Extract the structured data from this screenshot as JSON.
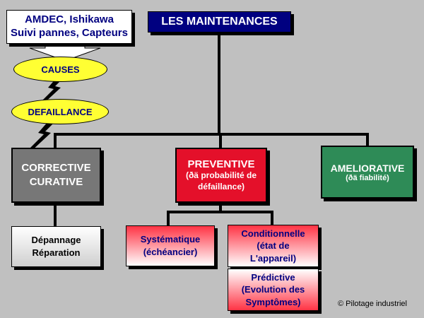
{
  "title": "LES MAINTENANCES",
  "causes_box": {
    "line1": "AMDEC, Ishikawa",
    "line2": "Suivi pannes, Capteurs"
  },
  "causes": "CAUSES",
  "defaillance": "DEFAILLANCE",
  "corrective": {
    "line1": "CORRECTIVE",
    "line2": "CURATIVE"
  },
  "preventive": {
    "title": "PREVENTIVE",
    "line1": "(ðä probabilité de",
    "line2": "défaillance)"
  },
  "ameliorative": {
    "title": "AMELIORATIVE",
    "line1": "(ðä fiabilité)"
  },
  "depannage": {
    "line1": "Dépannage",
    "line2": "Réparation"
  },
  "systematique": {
    "line1": "Systématique",
    "line2": "(échéancier)"
  },
  "conditionnelle": {
    "line1": "Conditionnelle",
    "line2": "(état de",
    "line3": "L'appareil)"
  },
  "predictive": {
    "line1": "Prédictive",
    "line2": "(Evolution des",
    "line3": "Symptômes)"
  },
  "copyright": "© Pilotage industriel",
  "colors": {
    "background": "#c0c0c0",
    "title_bg": "#000080",
    "corrective": "#777777",
    "preventive": "#e4102a",
    "ameliorative": "#2e8b57",
    "ellipse": "#ffff33"
  }
}
